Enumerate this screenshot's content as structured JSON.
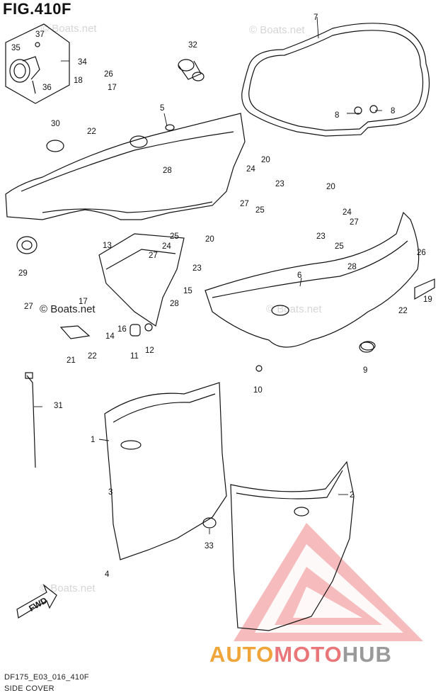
{
  "figure": {
    "title": "FIG.410F",
    "code": "DF175_E03_016_410F",
    "name": "SIDE COVER"
  },
  "watermark": {
    "text": "© Boats.net"
  },
  "brand": {
    "part1": "AUTO",
    "part2": "MOTO",
    "part3": "HUB",
    "colors": {
      "auto": "#f0a53a",
      "moto": "#e9777a",
      "hub": "#9a9a9a",
      "triangle": "#e9777a"
    }
  },
  "fwd_label": "FWD",
  "callouts": [
    "1",
    "2",
    "3",
    "4",
    "5",
    "6",
    "7",
    "8",
    "8",
    "9",
    "10",
    "11",
    "12",
    "13",
    "14",
    "15",
    "16",
    "17",
    "17",
    "18",
    "19",
    "20",
    "20",
    "20",
    "21",
    "22",
    "22",
    "22",
    "23",
    "23",
    "23",
    "24",
    "24",
    "24",
    "25",
    "25",
    "25",
    "26",
    "26",
    "27",
    "27",
    "27",
    "27",
    "28",
    "28",
    "28",
    "29",
    "30",
    "31",
    "32",
    "33",
    "34",
    "35",
    "36",
    "37"
  ]
}
